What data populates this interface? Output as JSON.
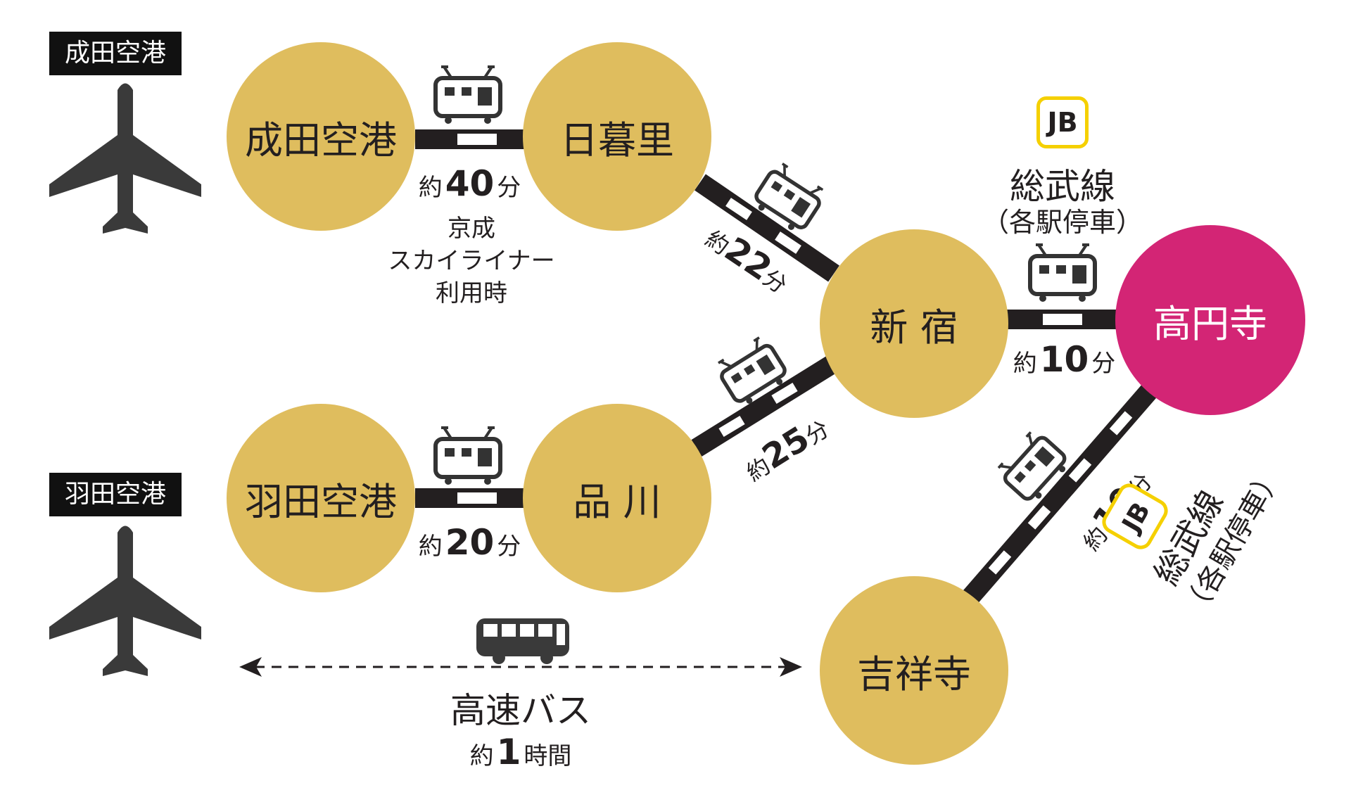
{
  "airports": {
    "narita": {
      "label": "成田空港"
    },
    "haneda": {
      "label": "羽田空港"
    }
  },
  "stations": {
    "narita_airport": "成田空港",
    "nippori": "日暮里",
    "shinjuku": "新 宿",
    "koenji": "高円寺",
    "haneda_airport": "羽田空港",
    "shinagawa": "品 川",
    "kichijoji": "吉祥寺"
  },
  "routes": {
    "narita_nippori": {
      "prefix": "約",
      "number": "40",
      "unit": "分",
      "note": [
        "京成",
        "スカイライナー",
        "利用時"
      ]
    },
    "nippori_shinjuku": {
      "prefix": "約",
      "number": "22",
      "unit": "分"
    },
    "shinagawa_shinjuku": {
      "prefix": "約",
      "number": "25",
      "unit": "分"
    },
    "haneda_shinagawa": {
      "prefix": "約",
      "number": "20",
      "unit": "分"
    },
    "shinjuku_koenji": {
      "prefix": "約",
      "number": "10",
      "unit": "分",
      "badge": "JB",
      "line": "総武線",
      "line_note": "（各駅停車）"
    },
    "kichijoji_koenji": {
      "prefix": "約",
      "number": "10",
      "unit": "分",
      "badge": "JB",
      "line": "総武線",
      "line_note": "（各駅停車）"
    },
    "bus": {
      "title": "高速バス",
      "prefix": "約",
      "number": "1",
      "unit": "時間"
    }
  },
  "icons": {
    "airplane": "airplane-icon",
    "train": "train-icon",
    "bus": "bus-icon"
  },
  "colors": {
    "station": "#dfbd5e",
    "destination": "#d32575",
    "track": "#231f20",
    "badge_border": "#f5d000"
  }
}
